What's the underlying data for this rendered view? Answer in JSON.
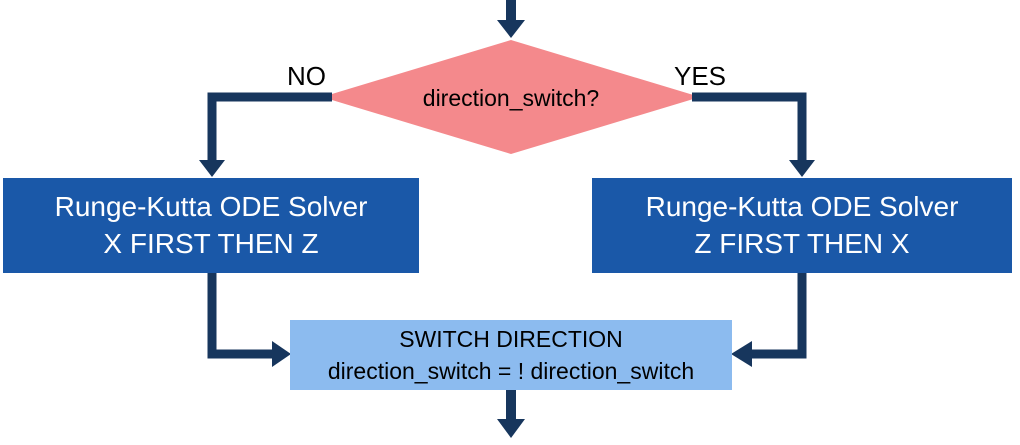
{
  "decision": {
    "label": "direction_switch?",
    "branch_no": "NO",
    "branch_yes": "YES"
  },
  "solver_left": {
    "line1": "Runge-Kutta ODE Solver",
    "line2": "X FIRST THEN Z"
  },
  "solver_right": {
    "line1": "Runge-Kutta ODE Solver",
    "line2": "Z FIRST THEN X"
  },
  "switch_box": {
    "line1": "SWITCH DIRECTION",
    "line2": "direction_switch = ! direction_switch"
  },
  "colors": {
    "background": "#FFFFFF",
    "connector": "#17365D",
    "decision_fill": "#F4898C",
    "solver_fill": "#1A58A8",
    "solver_text": "#FFFFFF",
    "switch_fill": "#8CBBEF",
    "label_text": "#000000"
  }
}
